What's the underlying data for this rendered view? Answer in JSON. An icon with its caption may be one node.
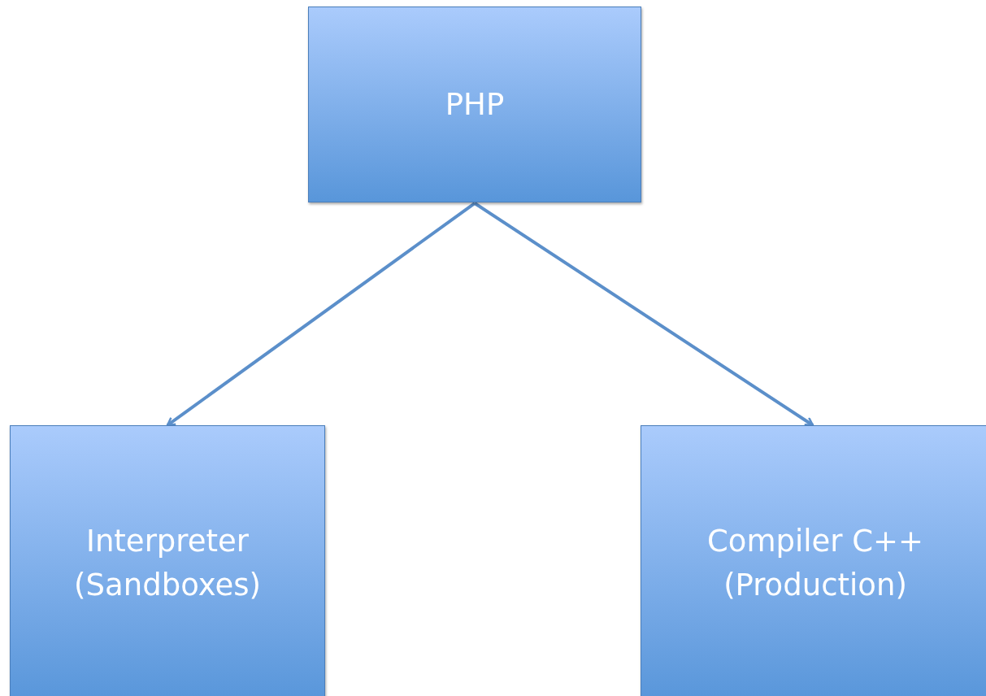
{
  "diagram": {
    "nodes": [
      {
        "text": [
          "PHP"
        ]
      },
      {
        "text": [
          "Interpreter (Sandboxes)"
        ]
      },
      {
        "text": [
          "Compiler C++ (Production)"
        ]
      }
    ],
    "edges": [
      {
        "from": 0,
        "to": 1,
        "arrow": "to"
      },
      {
        "from": 0,
        "to": 2,
        "arrow": "to"
      }
    ]
  }
}
